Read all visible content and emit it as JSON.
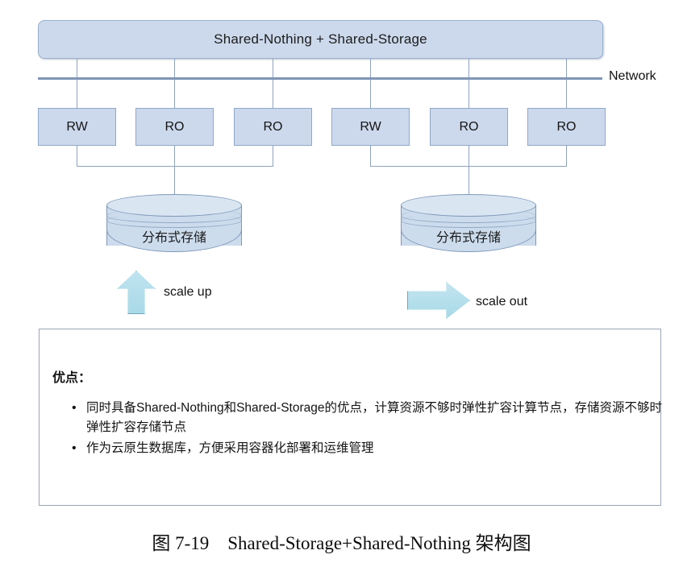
{
  "diagram": {
    "header": {
      "label": "Shared-Nothing + Shared-Storage"
    },
    "network": {
      "label": "Network"
    },
    "nodes": [
      {
        "label": "RW"
      },
      {
        "label": "RO"
      },
      {
        "label": "RO"
      },
      {
        "label": "RW"
      },
      {
        "label": "RO"
      },
      {
        "label": "RO"
      }
    ],
    "storages": [
      {
        "label": "分布式存储"
      },
      {
        "label": "分布式存储"
      }
    ],
    "scaling": [
      {
        "icon": "arrow-up-icon",
        "label": "scale up"
      },
      {
        "icon": "arrow-right-icon",
        "label": "scale out"
      }
    ],
    "notes": {
      "title": "优点：",
      "items": [
        "同时具备Shared-Nothing和Shared-Storage的优点，计算资源不够时弹性扩容计算节点，存储资源不够时弹性扩容存储节点",
        "作为云原生数据库，方便采用容器化部署和运维管理"
      ]
    },
    "caption": "图 7-19　Shared-Storage+Shared-Nothing 架构图",
    "colors": {
      "box_fill": "#ccd9ec",
      "box_border": "#90a7c6",
      "network_line": "#8095b5",
      "connector": "#8ea3c0",
      "arrow_fill": "#a9d9e8",
      "arrow_border": "#6fa7bc",
      "panel_border": "#9aa6b5"
    }
  }
}
